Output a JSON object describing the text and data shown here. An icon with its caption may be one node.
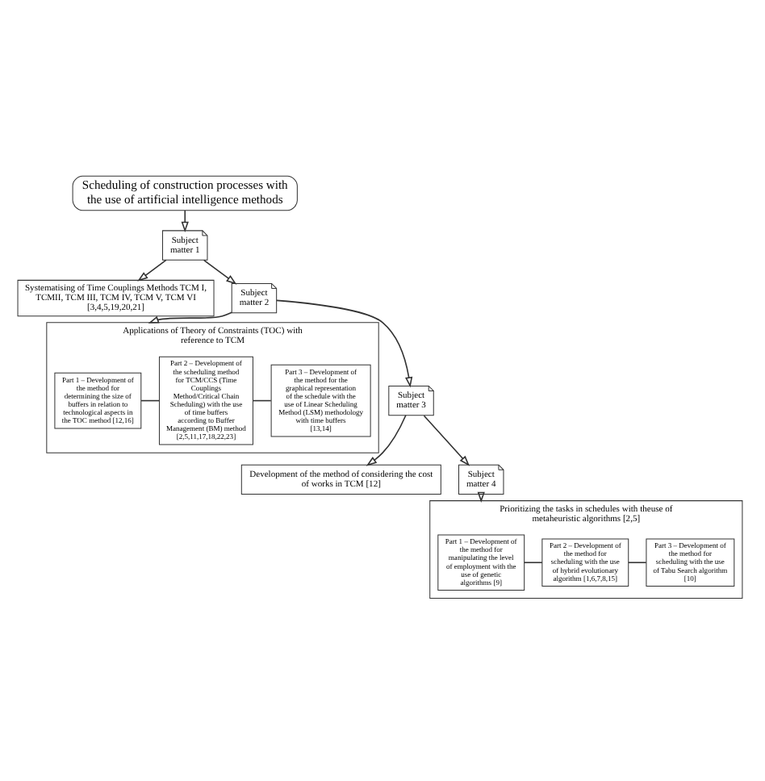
{
  "diagram": {
    "nodes": [
      {
        "text": [
          "Scheduling of construction processes with the use of artificial intelligence methods"
        ]
      },
      {
        "text": [
          "Subject matter 1"
        ]
      },
      {
        "text": [
          "Systematising of Time Couplings Methods TCM I, TCMII, TCM III, TCM IV, TCM V, TCM VI [3,4,5,19,20,21]"
        ]
      },
      {
        "text": [
          "Subject matter 2"
        ]
      },
      {
        "text": [
          "Applications of Theory of Constraints (TOC) with reference to TCM"
        ]
      },
      {
        "text": [
          "Part 1 – Development of the method for determining the size of buffers in relation to technological aspects in the TOC method [12,16]"
        ],
        "in": 4
      },
      {
        "text": [
          "Part 2 – Development of the scheduling method for TCM/CCS (Time Couplings Method/Critical Chain Scheduling) with the use of time buffers according to Buffer Management (BM) method [2,5,11,17,18,22,23]"
        ],
        "in": 4
      },
      {
        "text": [
          "Part 3 – Development of the method for the graphical representation of the schedule with the use of Linear Scheduling Method (LSM) methodology with time buffers [13,14]"
        ],
        "in": 4
      },
      {
        "text": [
          "Subject matter 3"
        ]
      },
      {
        "text": [
          "Development of the method of considering the cost of works in TCM [12]"
        ]
      },
      {
        "text": [
          "Subject matter 4"
        ]
      },
      {
        "text": [
          "Prioritizing the tasks in schedules with theuse of metaheuristic algorithms [2,5]"
        ]
      },
      {
        "text": [
          "Part 1 – Development of the method for manipulating the level of employment with the use of genetic algorithms [9]"
        ],
        "in": 11
      },
      {
        "text": [
          "Part 2 – Development of the method for scheduling with the use of hybrid evolutionary algorithm [1,6,7,8,15]"
        ],
        "in": 11
      },
      {
        "text": [
          "Part 3 – Development of the method for scheduling with the use of Tabu Search algorithm [10]"
        ],
        "in": 11
      }
    ],
    "edges": [
      {
        "from": 0,
        "to": 1,
        "arrow": "to"
      },
      {
        "from": 1,
        "to": 2,
        "arrow": "to"
      },
      {
        "from": 1,
        "to": 3,
        "arrow": "to"
      },
      {
        "from": 3,
        "to": 4,
        "arrow": "to"
      },
      {
        "from": 5,
        "to": 6,
        "arrow": "none"
      },
      {
        "from": 6,
        "to": 7,
        "arrow": "none"
      },
      {
        "from": 3,
        "to": 8,
        "arrow": "to"
      },
      {
        "from": 8,
        "to": 9,
        "arrow": "to"
      },
      {
        "from": 8,
        "to": 10,
        "arrow": "to"
      },
      {
        "from": 10,
        "to": 11,
        "arrow": "to"
      },
      {
        "from": 12,
        "to": 13,
        "arrow": "none"
      },
      {
        "from": 13,
        "to": 14,
        "arrow": "none"
      }
    ]
  }
}
